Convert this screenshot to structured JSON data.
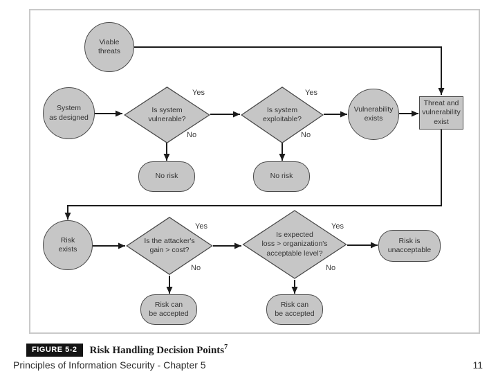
{
  "caption": {
    "figure_tag": "FIGURE 5-2",
    "figure_title": "Risk Handling Decision Points",
    "figure_title_superscript": "7"
  },
  "footer": {
    "left_text": "Principles of Information Security - Chapter 5",
    "page_number": "11"
  },
  "colors": {
    "node_fill": "#c6c6c6",
    "node_border": "#4a4a4a",
    "connector": "#1b1b1b",
    "frame_border": "#c9c9c9"
  },
  "flowchart": {
    "labels": {
      "yes": "Yes",
      "no": "No"
    },
    "nodes": [
      {
        "id": "viable-threats",
        "shape": "circle",
        "label": "Viable\nthreats"
      },
      {
        "id": "system-as-designed",
        "shape": "circle",
        "label": "System\nas designed"
      },
      {
        "id": "is-system-vulnerable",
        "shape": "diamond",
        "label": "Is system\nvulnerable?"
      },
      {
        "id": "is-system-exploitable",
        "shape": "diamond",
        "label": "Is system\nexploitable?"
      },
      {
        "id": "vulnerability-exists",
        "shape": "circle",
        "label": "Vulnerability\nexists"
      },
      {
        "id": "threat-and-vulnerability-exist",
        "shape": "rect",
        "label": "Threat and\nvulnerability\nexist"
      },
      {
        "id": "no-risk-1",
        "shape": "stadium",
        "label": "No risk"
      },
      {
        "id": "no-risk-2",
        "shape": "stadium",
        "label": "No risk"
      },
      {
        "id": "risk-exists",
        "shape": "circle",
        "label": "Risk\nexists"
      },
      {
        "id": "attackers-gain",
        "shape": "diamond",
        "label": "Is the attacker's\ngain > cost?"
      },
      {
        "id": "expected-loss",
        "shape": "diamond",
        "label": "Is expected\nloss > organization's\nacceptable level?"
      },
      {
        "id": "risk-is-unacceptable",
        "shape": "stadium",
        "label": "Risk is\nunacceptable"
      },
      {
        "id": "risk-can-be-accepted-1",
        "shape": "stadium",
        "label": "Risk can\nbe accepted"
      },
      {
        "id": "risk-can-be-accepted-2",
        "shape": "stadium",
        "label": "Risk can\nbe accepted"
      }
    ]
  }
}
